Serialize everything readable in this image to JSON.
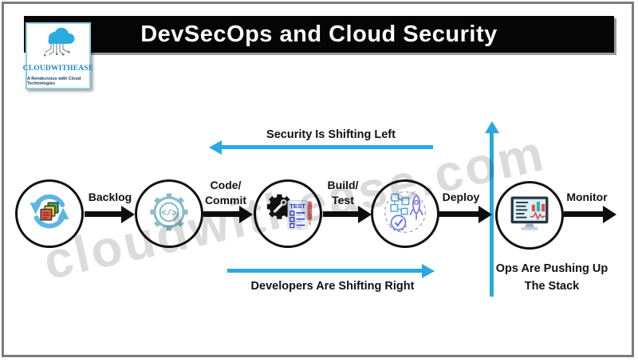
{
  "header": {
    "title": "DevSecOps and Cloud Security"
  },
  "logo": {
    "name": "CLOUDWITHEASE",
    "tagline": "A Rendezvous with Cloud Technologies"
  },
  "watermark": {
    "text": "cloudwithease.com"
  },
  "annotations": {
    "security_left": "Security Is Shifting Left",
    "developers_right": "Developers Are Shifting Right",
    "ops_line1": "Ops Are Pushing Up",
    "ops_line2": "The Stack"
  },
  "pipeline": {
    "stages": [
      {
        "id": "backlog",
        "icon": "cycle-documents-icon",
        "label_lines": [
          "Backlog"
        ]
      },
      {
        "id": "code",
        "icon": "gear-code-icon",
        "label_lines": [
          "Code/",
          "Commit"
        ]
      },
      {
        "id": "build",
        "icon": "gear-test-checklist-icon",
        "label_lines": [
          "Build/",
          "Test"
        ],
        "test_label": "TEST"
      },
      {
        "id": "deploy",
        "icon": "rocket-modules-icon",
        "label_lines": [
          "Deploy"
        ]
      },
      {
        "id": "monitor",
        "icon": "monitor-dashboard-icon",
        "label_lines": [
          "Monitor"
        ]
      }
    ]
  },
  "colors": {
    "accent_blue": "#29a9e1",
    "header_bg": "#050505",
    "arrow_black": "#0d0d0d",
    "logo_blue": "#29abe2",
    "watermark_gray": "#8f8f8f"
  }
}
